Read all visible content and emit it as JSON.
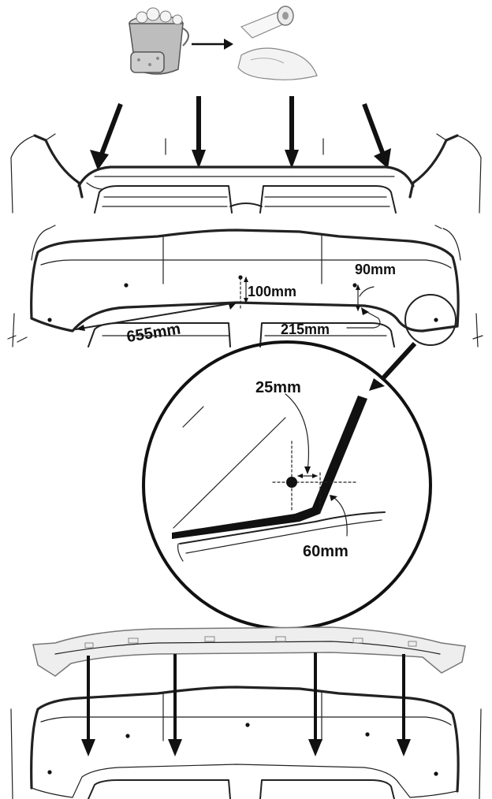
{
  "step1": {
    "icons": [
      "bucket-sponge-icon",
      "paper-roll-icon",
      "cloth-icon"
    ],
    "arrow_icon": "right-arrow-icon"
  },
  "step2": {
    "measurements": {
      "center_height": "100mm",
      "side_height": "90mm",
      "left_span": "655mm",
      "right_span": "215mm"
    }
  },
  "step3": {
    "measurements": {
      "hole_offset": "25mm",
      "corner_offset": "60mm"
    }
  },
  "colors": {
    "line": "#222222",
    "deflector_fill": "#eeeeee",
    "accent_arrow": "#111111"
  }
}
